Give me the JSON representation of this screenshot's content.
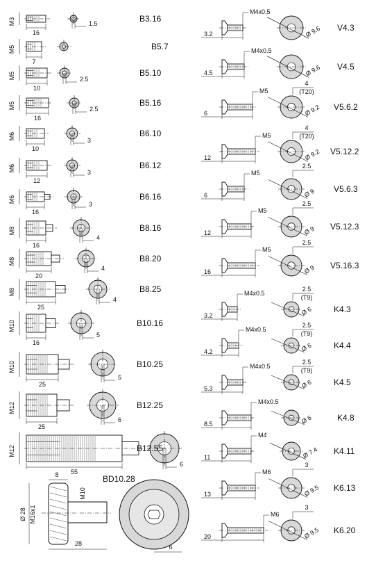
{
  "left_parts": [
    {
      "id": "B3.16",
      "thread": "M3",
      "length": "16",
      "dia": "1.5"
    },
    {
      "id": "B5.7",
      "thread": "M5",
      "length": "7",
      "dia": ""
    },
    {
      "id": "B5.10",
      "thread": "M5",
      "length": "10",
      "dia": "2.5"
    },
    {
      "id": "B5.16",
      "thread": "M5",
      "length": "16",
      "dia": "2.5"
    },
    {
      "id": "B6.10",
      "thread": "M6",
      "length": "10",
      "dia": "3"
    },
    {
      "id": "B6.12",
      "thread": "M6",
      "length": "12",
      "dia": "3"
    },
    {
      "id": "B6.16",
      "thread": "M6",
      "length": "16",
      "dia": "3"
    },
    {
      "id": "B8.16",
      "thread": "M8",
      "length": "16",
      "dia": "4"
    },
    {
      "id": "B8.20",
      "thread": "M8",
      "length": "20",
      "dia": "4"
    },
    {
      "id": "B8.25",
      "thread": "M8",
      "length": "25",
      "dia": "4"
    },
    {
      "id": "B10.16",
      "thread": "M10",
      "length": "16",
      "dia": "5"
    },
    {
      "id": "B10.25",
      "thread": "M10",
      "length": "25",
      "dia": "5"
    },
    {
      "id": "B12.25",
      "thread": "M12",
      "length": "25",
      "dia": "6"
    },
    {
      "id": "B12.55",
      "thread": "M12",
      "length": "55",
      "dia": "6"
    }
  ],
  "bd_part": {
    "id": "BD10.28",
    "thread": "M10",
    "outer_dia": "Ø 28",
    "inner": "M16x1",
    "flange": "8",
    "length": "28",
    "hex": "6"
  },
  "right_parts": [
    {
      "id": "V4.3",
      "thread": "M4x0.5",
      "length": "3.2",
      "tip": "",
      "dia": "Ø 9.6"
    },
    {
      "id": "V4.5",
      "thread": "M4x0.5",
      "length": "4.5",
      "tip": "",
      "dia": "Ø 9.6"
    },
    {
      "id": "V5.6.2",
      "thread": "M5",
      "length": "6",
      "tip": "4",
      "torx": "(T20)",
      "dia": "Ø 9.2"
    },
    {
      "id": "V5.12.2",
      "thread": "M5",
      "length": "12",
      "tip": "4",
      "torx": "(T20)",
      "dia": "Ø 9.2"
    },
    {
      "id": "V5.6.3",
      "thread": "M5",
      "length": "6",
      "tip": "2.5",
      "dia": "Ø 9"
    },
    {
      "id": "V5.12.3",
      "thread": "M5",
      "length": "12",
      "tip": "2.5",
      "dia": "Ø 9"
    },
    {
      "id": "V5.16.3",
      "thread": "M5",
      "length": "16",
      "tip": "2.5",
      "dia": "Ø 9"
    },
    {
      "id": "K4.3",
      "thread": "M4x0.5",
      "length": "3.2",
      "tip": "2.5",
      "torx": "(T9)",
      "dia": "Ø 6"
    },
    {
      "id": "K4.4",
      "thread": "M4x0.5",
      "length": "4.2",
      "tip": "2.5",
      "torx": "(T9)",
      "dia": "Ø 6"
    },
    {
      "id": "K4.5",
      "thread": "M4x0.5",
      "length": "5.3",
      "tip": "2.5",
      "torx": "(T9)",
      "dia": "Ø 6"
    },
    {
      "id": "K4.8",
      "thread": "M4x0.5",
      "length": "8.5",
      "tip": "",
      "dia": "Ø 6"
    },
    {
      "id": "K4.11",
      "thread": "M4",
      "length": "11",
      "tip": "",
      "dia": "Ø 7.4"
    },
    {
      "id": "K6.13",
      "thread": "M6",
      "length": "13",
      "tip": "3",
      "dia": "Ø 9.5"
    },
    {
      "id": "K6.20",
      "thread": "M6",
      "length": "20",
      "tip": "3",
      "dia": "Ø 9.5"
    }
  ]
}
